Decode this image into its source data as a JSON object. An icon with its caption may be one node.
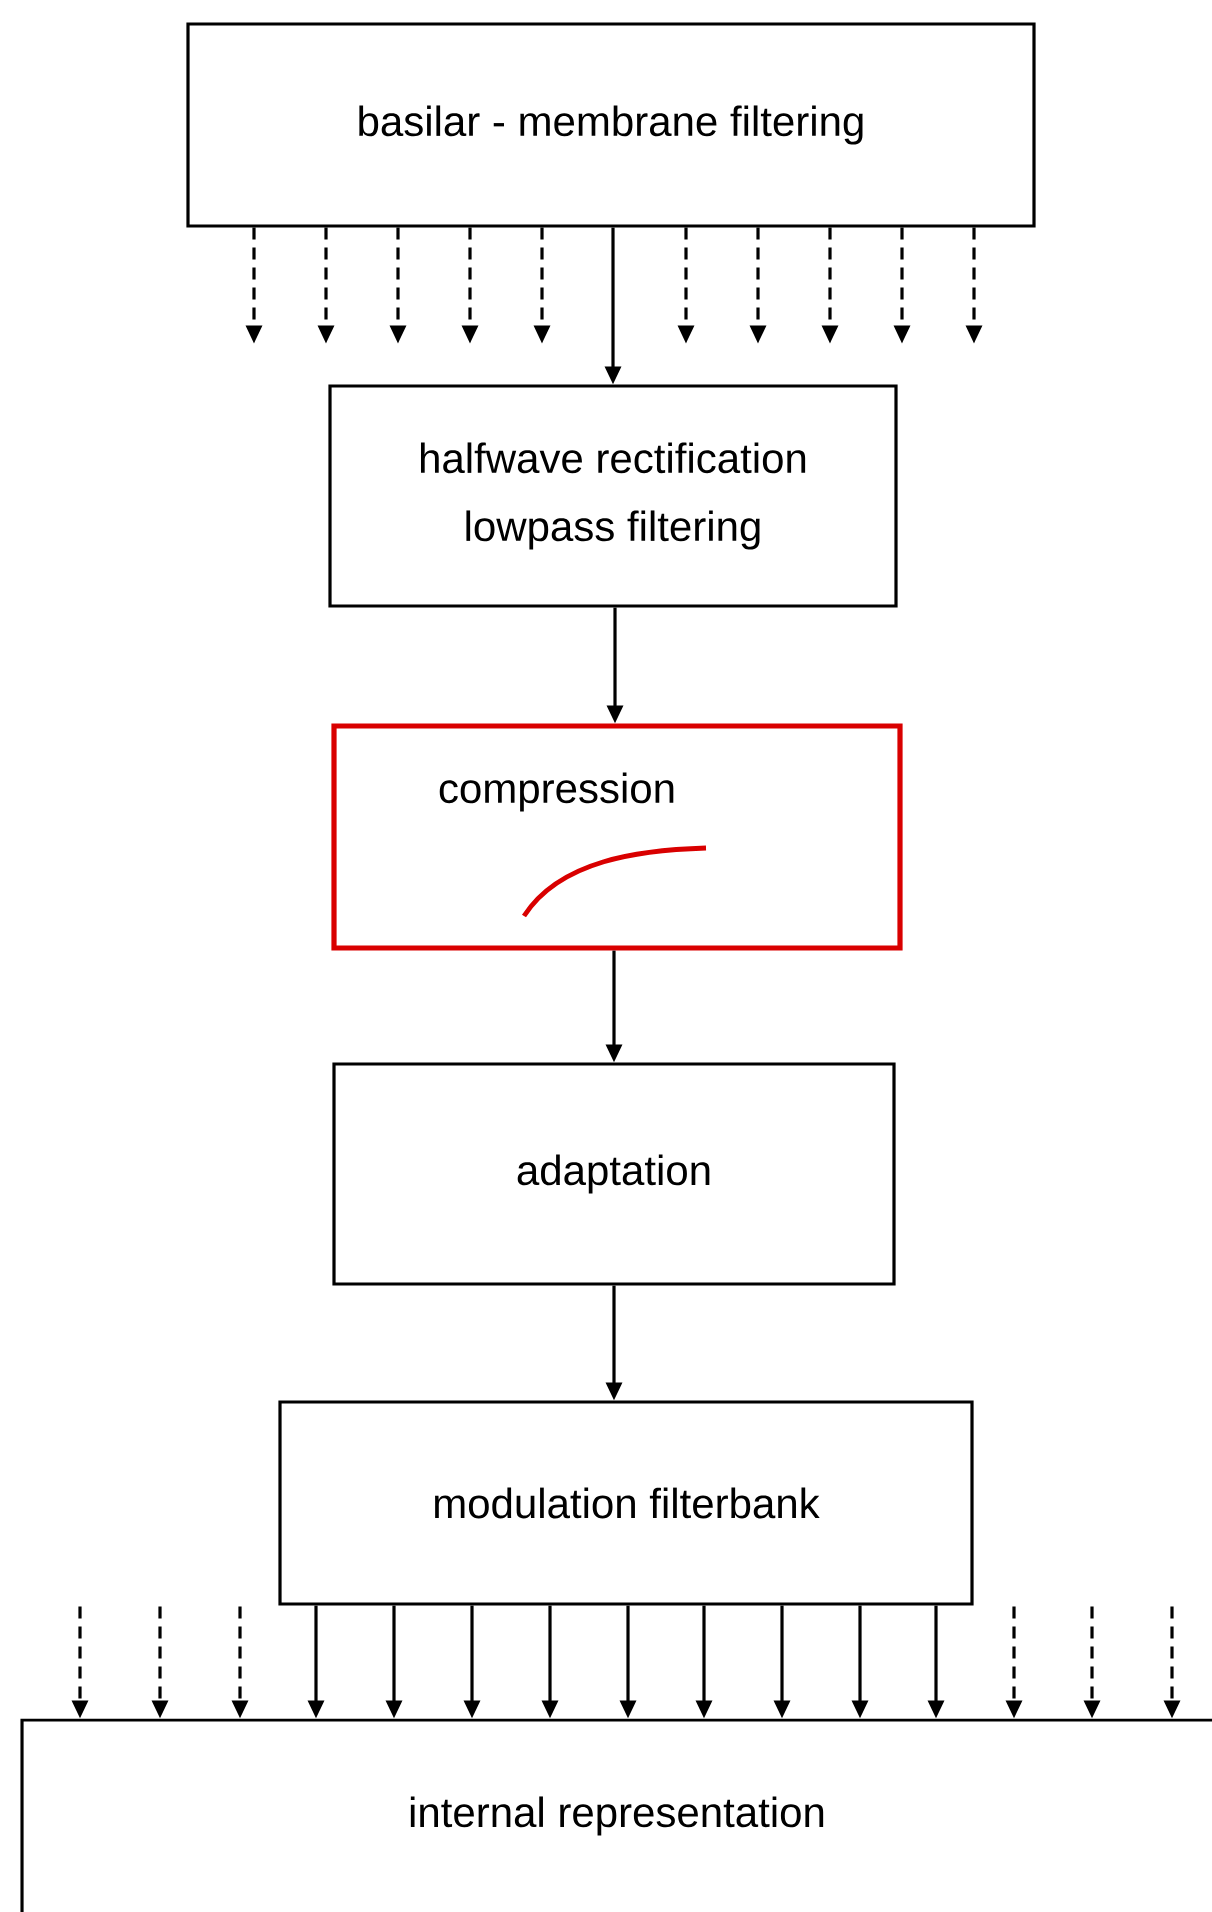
{
  "diagram": {
    "nodes": [
      {
        "text": [
          "basilar - membrane filtering"
        ]
      },
      {
        "text": [
          "halfwave rectification",
          "lowpass filtering"
        ]
      },
      {
        "text": [
          "compression"
        ]
      },
      {
        "text": [
          "adaptation"
        ]
      },
      {
        "text": [
          "modulation filterbank"
        ]
      },
      {
        "text": [
          "internal representation"
        ]
      }
    ],
    "edges": [
      {
        "from": 0,
        "to": 1,
        "arrow": "to"
      },
      {
        "from": 1,
        "to": 2,
        "arrow": "to"
      },
      {
        "from": 2,
        "to": 3,
        "arrow": "to"
      },
      {
        "from": 3,
        "to": 4,
        "arrow": "to"
      },
      {
        "from": 4,
        "to": 5,
        "arrow": "to"
      },
      {
        "from": 4,
        "to": 5,
        "arrow": "to"
      },
      {
        "from": 4,
        "to": 5,
        "arrow": "to"
      },
      {
        "from": 4,
        "to": 5,
        "arrow": "to"
      },
      {
        "from": 4,
        "to": 5,
        "arrow": "to"
      },
      {
        "from": 4,
        "to": 5,
        "arrow": "to"
      },
      {
        "from": 4,
        "to": 5,
        "arrow": "to"
      },
      {
        "from": 4,
        "to": 5,
        "arrow": "to"
      },
      {
        "from": 4,
        "to": 5,
        "arrow": "to"
      },
      {
        "from": 0,
        "to": null,
        "arrow": "to",
        "style": "dashed"
      },
      {
        "from": 0,
        "to": null,
        "arrow": "to",
        "style": "dashed"
      },
      {
        "from": 0,
        "to": null,
        "arrow": "to",
        "style": "dashed"
      },
      {
        "from": 0,
        "to": null,
        "arrow": "to",
        "style": "dashed"
      },
      {
        "from": 0,
        "to": null,
        "arrow": "to",
        "style": "dashed"
      },
      {
        "from": 0,
        "to": null,
        "arrow": "to",
        "style": "dashed"
      },
      {
        "from": 0,
        "to": null,
        "arrow": "to",
        "style": "dashed"
      },
      {
        "from": 0,
        "to": null,
        "arrow": "to",
        "style": "dashed"
      },
      {
        "from": 0,
        "to": null,
        "arrow": "to",
        "style": "dashed"
      },
      {
        "from": 0,
        "to": null,
        "arrow": "to",
        "style": "dashed"
      },
      {
        "from": null,
        "to": 5,
        "arrow": "to",
        "style": "dashed"
      },
      {
        "from": null,
        "to": 5,
        "arrow": "to",
        "style": "dashed"
      },
      {
        "from": null,
        "to": 5,
        "arrow": "to",
        "style": "dashed"
      },
      {
        "from": null,
        "to": 5,
        "arrow": "to",
        "style": "dashed"
      },
      {
        "from": null,
        "to": 5,
        "arrow": "to",
        "style": "dashed"
      },
      {
        "from": null,
        "to": 5,
        "arrow": "to",
        "style": "dashed"
      }
    ]
  }
}
